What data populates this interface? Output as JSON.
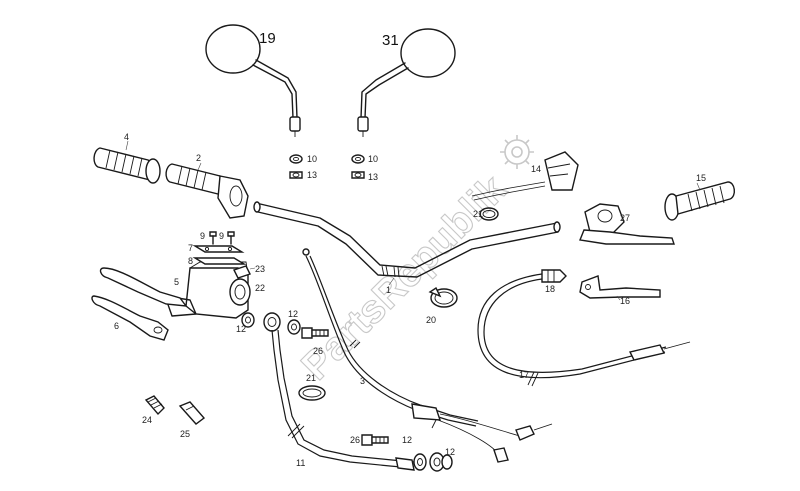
{
  "watermark": {
    "text": "PartsRepublik",
    "logo_icon": "gear-icon"
  },
  "labels": {
    "mirror_left": "19",
    "mirror_right": "31",
    "nut_left_10": "10",
    "nut_left_13": "13",
    "nut_right_10": "10",
    "nut_right_13": "13",
    "grip_left": "4",
    "throttle_grip": "2",
    "switch_right": "14",
    "clamp_21_top": "21",
    "grip_right": "15",
    "lever_bracket_27": "27",
    "handlebar": "1",
    "screw_9a": "9",
    "screw_9b": "9",
    "cap_7": "7",
    "gasket_8": "8",
    "master_cylinder": "5",
    "part_23": "23",
    "part_22": "22",
    "brake_lever": "6",
    "washer_12_a": "12",
    "washer_12_b": "12",
    "bolt_26_a": "26",
    "clutch_lever": "16",
    "cable_end_18": "18",
    "clamp_20": "20",
    "throttle_cable": "3",
    "clutch_cable": "17",
    "clamp_21_bottom": "21",
    "bolt_26_b": "26",
    "washer_12_c": "12",
    "washer_12_d": "12",
    "brake_hose": "11",
    "part_24": "24",
    "part_25": "25"
  }
}
